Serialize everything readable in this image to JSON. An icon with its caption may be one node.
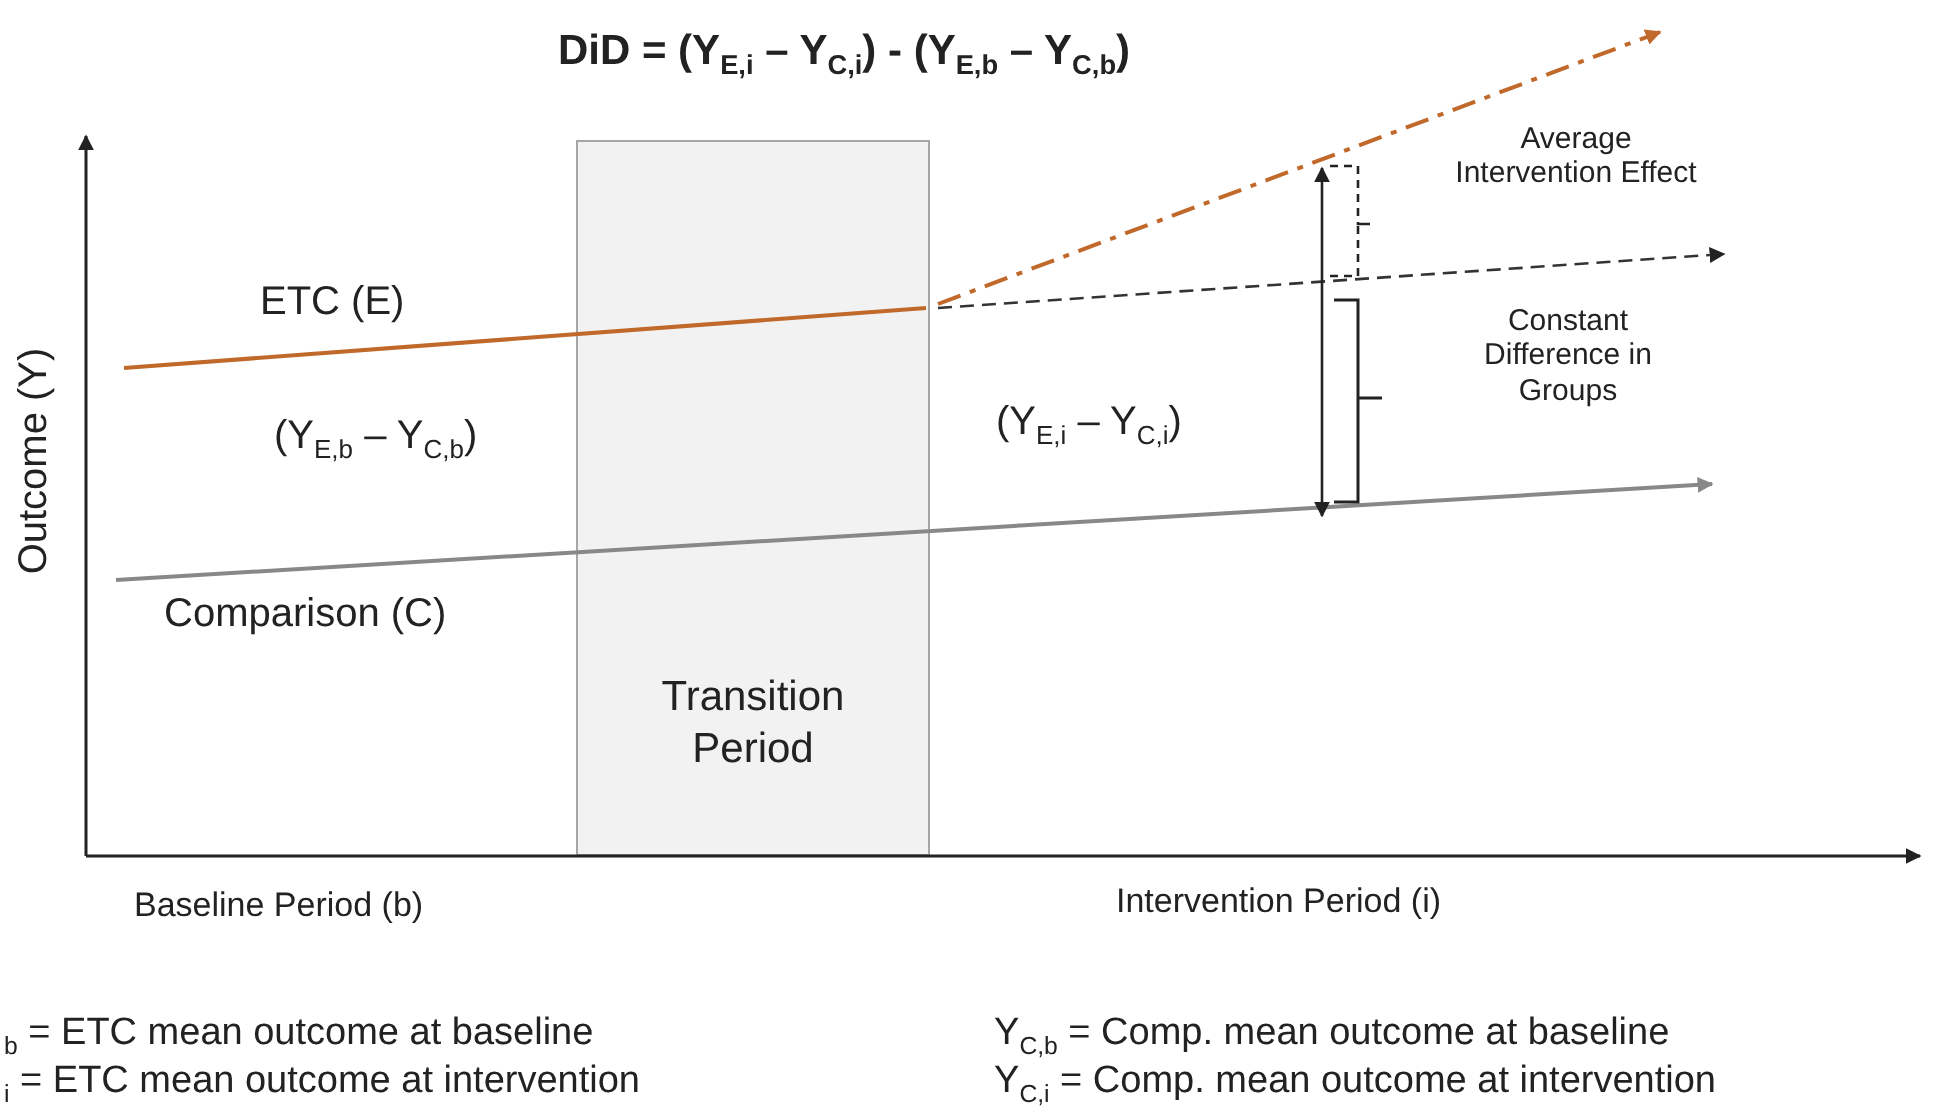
{
  "diagram": {
    "title": "DiD = (Y$_{E,i}$ – Y$_{C,i}$) - (Y$_{E,b}$ – Y$_{C,b}$)",
    "nodes": [
      {
        "text": [
          "Transition Period"
        ]
      }
    ],
    "labels": [
      "Average Intervention Effect",
      "ETC (E)",
      "Constant Difference in Groups",
      "Outcome (Y)",
      "(Y$_{E,b}$ – Y$_{C,b}$)",
      "(Y$_{E,i}$ – Y$_{C,i}$)",
      "Comparison (C)",
      "Baseline Period (b)",
      "Intervention Period (i)",
      "$_{b}$ = ETC mean outcome at baseline",
      "Y$_{C,b}$ = Comp. mean outcome at baseline",
      "$_{i}$ = ETC mean outcome at intervention",
      "Y$_{C,i}$ = Comp. mean outcome at intervention"
    ]
  }
}
